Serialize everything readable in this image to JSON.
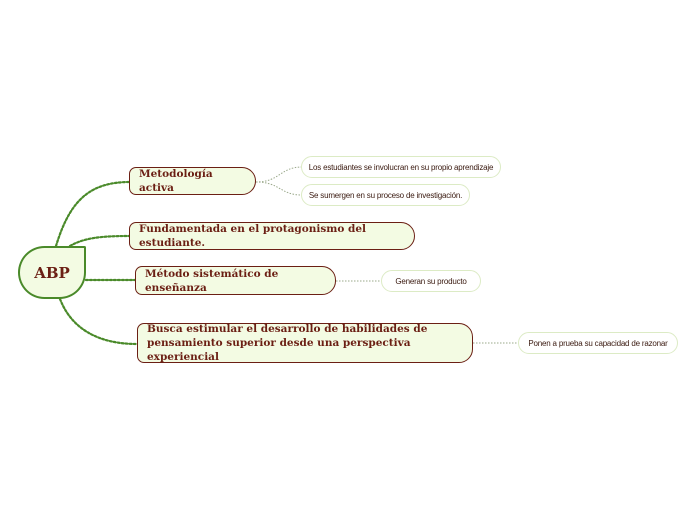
{
  "root": {
    "label": "ABP"
  },
  "branches": [
    {
      "label": "Metodología activa",
      "children": [
        "Los estudiantes se involucran en su propio aprendizaje",
        "Se sumergen en su proceso de investigación."
      ]
    },
    {
      "label": "Fundamentada en el protagonismo del estudiante.",
      "children": []
    },
    {
      "label": "Método sistemático de enseñanza",
      "children": [
        "Generan su producto"
      ]
    },
    {
      "label": "Busca estimular el desarrollo de habilidades de pensamiento superior desde una perspectiva experiencial",
      "children": [
        "Ponen a prueba su capacidad de razonar"
      ]
    }
  ],
  "colors": {
    "main_connector": "#4a8a2a",
    "sub_connector": "#9aa88a",
    "node_fill": "#f3fbe3",
    "text": "#6b1f14"
  }
}
